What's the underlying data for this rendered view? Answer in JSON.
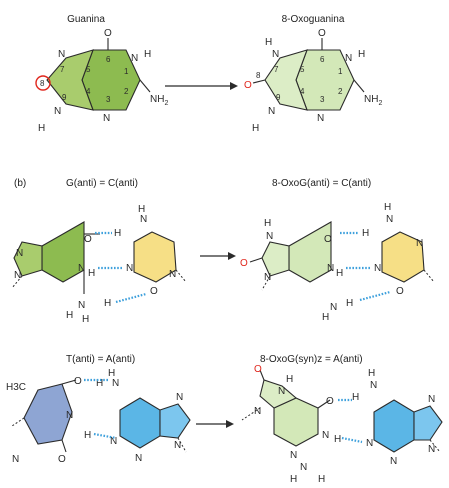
{
  "panel_a": {
    "left_title": "Guanina",
    "right_title": "8-Oxoguanina"
  },
  "panel_b": {
    "panel_label": "(b)",
    "row1_left_title": "G(anti) = C(anti)",
    "row1_right_title": "8-OxoG(anti) = C(anti)",
    "row2_left_title": "T(anti) = A(anti)",
    "row2_right_title": "8-OxoG(syn)z = A(anti)"
  },
  "atoms": {
    "N": "N",
    "O": "O",
    "H": "H",
    "NH2": "NH",
    "NH2_sub": "2",
    "CH3": "H3C"
  },
  "numbers": [
    "1",
    "2",
    "3",
    "4",
    "5",
    "6",
    "7",
    "8",
    "9"
  ],
  "colors": {
    "guanine_dark": "#8dbb50",
    "guanine_light": "#cfe3ad",
    "oxog": "#d3e8b8",
    "cytosine": "#f6df86",
    "thymine": "#8ea5d3",
    "adenine": "#5bb6e6",
    "hbond": "#3ea0dc",
    "highlight": "#e0261c"
  }
}
